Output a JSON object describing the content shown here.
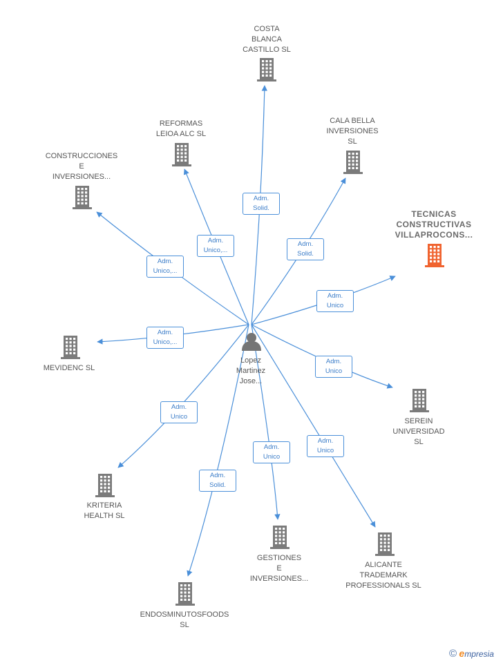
{
  "person": {
    "label": "Lopez\nMartinez\nJose..."
  },
  "nodes": [
    {
      "id": "costa-blanca",
      "label": "COSTA\nBLANCA\nCASTILLO  SL",
      "highlight": false
    },
    {
      "id": "reformas-leioa",
      "label": "REFORMAS\nLEIOA ALC  SL",
      "highlight": false
    },
    {
      "id": "cala-bella",
      "label": "CALA BELLA\nINVERSIONES\nSL",
      "highlight": false
    },
    {
      "id": "construcciones",
      "label": "CONSTRUCCIONES\nE\nINVERSIONES...",
      "highlight": false
    },
    {
      "id": "tecnicas",
      "label": "TECNICAS\nCONSTRUCTIVAS\nVILLAPROCONS...",
      "highlight": true
    },
    {
      "id": "mevidenc",
      "label": "MEVIDENC  SL",
      "highlight": false
    },
    {
      "id": "serein",
      "label": "SEREIN\nUNIVERSIDAD\nSL",
      "highlight": false
    },
    {
      "id": "kriteria",
      "label": "KRITERIA\nHEALTH  SL",
      "highlight": false
    },
    {
      "id": "gestiones",
      "label": "GESTIONES\nE\nINVERSIONES...",
      "highlight": false
    },
    {
      "id": "alicante",
      "label": "ALICANTE\nTRADEMARK\nPROFESSIONALS SL",
      "highlight": false
    },
    {
      "id": "endosminutos",
      "label": "ENDOSMINUTOSFOODS\nSL",
      "highlight": false
    }
  ],
  "edges": [
    {
      "to": "costa-blanca",
      "label": "Adm.\nSolid."
    },
    {
      "to": "reformas-leioa",
      "label": "Adm.\nUnico,..."
    },
    {
      "to": "cala-bella",
      "label": "Adm.\nSolid."
    },
    {
      "to": "construcciones",
      "label": "Adm.\nUnico,..."
    },
    {
      "to": "tecnicas",
      "label": "Adm.\nUnico"
    },
    {
      "to": "mevidenc",
      "label": "Adm.\nUnico,..."
    },
    {
      "to": "serein",
      "label": "Adm.\nUnico"
    },
    {
      "to": "kriteria",
      "label": "Adm.\nUnico"
    },
    {
      "to": "gestiones",
      "label": "Adm.\nUnico"
    },
    {
      "to": "alicante",
      "label": "Adm.\nUnico"
    },
    {
      "to": "endosminutos",
      "label": "Adm.\nSolid."
    }
  ],
  "colors": {
    "edge": "#4a8fd9",
    "building": "#7b7b7b",
    "highlight": "#f0632f",
    "person": "#757575"
  },
  "footer": {
    "copyright": "©",
    "brand_initial": "e",
    "brand_rest": "mpresia"
  }
}
